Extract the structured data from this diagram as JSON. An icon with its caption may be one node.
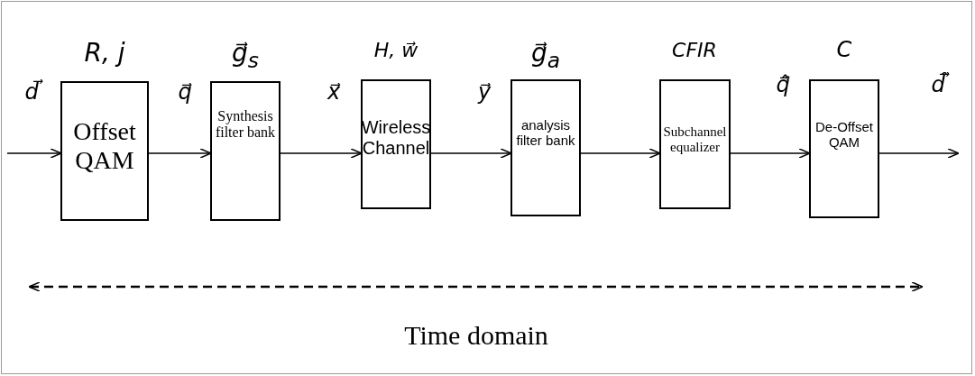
{
  "diagram": {
    "nodes": [
      {
        "text": [
          "Offset QAM"
        ],
        "beside": [
          "R, j"
        ]
      },
      {
        "text": [
          "Synthesis filter bank"
        ],
        "beside": [
          "g⃗$_{s}$"
        ]
      },
      {
        "text": [
          "Wireless Channel"
        ],
        "beside": [
          "H, w⃗"
        ]
      },
      {
        "text": [
          "analysis filter bank"
        ],
        "beside": [
          "g⃗$_{a}$"
        ]
      },
      {
        "text": [
          "Subchannel equalizer"
        ],
        "beside": [
          "CFIR"
        ]
      },
      {
        "text": [
          "De-Offset QAM"
        ],
        "beside": [
          "C"
        ]
      }
    ],
    "edges": [
      {
        "from": null,
        "to": 0,
        "arrow": "to",
        "label": "d⃗"
      },
      {
        "from": 0,
        "to": 1,
        "arrow": "to",
        "label": "q⃗"
      },
      {
        "from": 1,
        "to": 2,
        "arrow": "to",
        "label": "x⃗"
      },
      {
        "from": 2,
        "to": 3,
        "arrow": "to",
        "label": "y⃗"
      },
      {
        "from": 3,
        "to": 4,
        "arrow": "to"
      },
      {
        "from": 4,
        "to": 5,
        "arrow": "to",
        "label": "q̂⃗"
      },
      {
        "from": 5,
        "to": null,
        "arrow": "to",
        "label": "d̂⃗"
      }
    ],
    "labels": [
      "Time domain"
    ]
  }
}
